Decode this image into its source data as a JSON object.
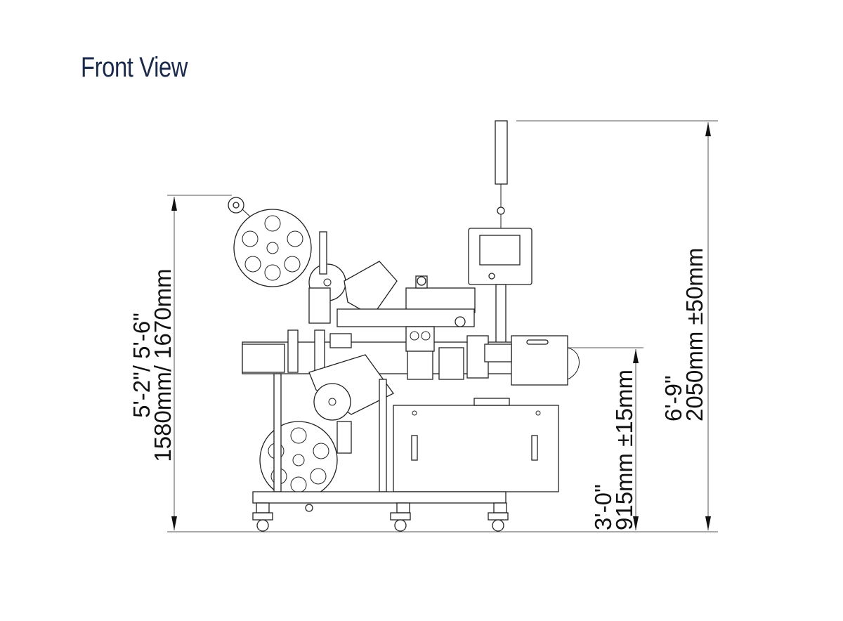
{
  "title": "Front View",
  "dimensions": {
    "overall_height": {
      "imperial": "5'-2\"/ 5'-6\"",
      "metric": "1580mm/ 1670mm"
    },
    "conveyor_height": {
      "imperial": "3'-0\"",
      "metric": "915mm ±15mm"
    },
    "tower_height": {
      "imperial": "6'-9\"",
      "metric": "2050mm ±50mm"
    }
  },
  "colors": {
    "title": "#1b2a4a",
    "line": "#222222"
  }
}
